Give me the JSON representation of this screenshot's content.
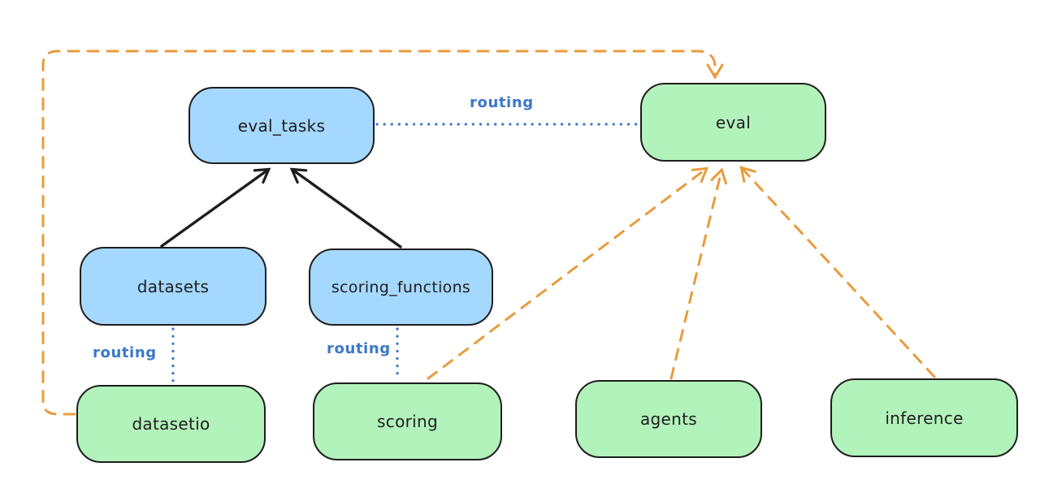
{
  "diagram": {
    "background": "#ffffff",
    "colors": {
      "node_stroke": "#1e1e1e",
      "blue_node_fill": "#a5d8ff",
      "green_node_fill": "#b2f2bb",
      "routing_blue": "#3b78c8",
      "orange_dashed": "#e99b3d",
      "black_arrow": "#1e1e1e"
    },
    "nodes": [
      {
        "id": "eval_tasks",
        "label": "eval_tasks",
        "fill": "#a5d8ff"
      },
      {
        "id": "eval",
        "label": "eval",
        "fill": "#b2f2bb"
      },
      {
        "id": "datasets",
        "label": "datasets",
        "fill": "#a5d8ff"
      },
      {
        "id": "scoring_functions",
        "label": "scoring_functions",
        "fill": "#a5d8ff"
      },
      {
        "id": "datasetio",
        "label": "datasetio",
        "fill": "#b2f2bb"
      },
      {
        "id": "scoring",
        "label": "scoring",
        "fill": "#b2f2bb"
      },
      {
        "id": "agents",
        "label": "agents",
        "fill": "#b2f2bb"
      },
      {
        "id": "inference",
        "label": "inference",
        "fill": "#b2f2bb"
      }
    ],
    "edge_labels": [
      {
        "id": "routing-eval_tasks-eval",
        "text": "routing"
      },
      {
        "id": "routing-datasets-datasetio",
        "text": "routing"
      },
      {
        "id": "routing-scoring_functions-scoring",
        "text": "routing"
      }
    ],
    "edges": [
      {
        "from": "datasets",
        "to": "eval_tasks",
        "style": "solid",
        "color": "black",
        "arrow": true
      },
      {
        "from": "scoring_functions",
        "to": "eval_tasks",
        "style": "solid",
        "color": "black",
        "arrow": true
      },
      {
        "from": "eval_tasks",
        "to": "eval",
        "style": "dotted",
        "color": "blue",
        "arrow": false,
        "label": "routing"
      },
      {
        "from": "datasets",
        "to": "datasetio",
        "style": "dotted",
        "color": "blue",
        "arrow": false,
        "label": "routing"
      },
      {
        "from": "scoring_functions",
        "to": "scoring",
        "style": "dotted",
        "color": "blue",
        "arrow": false,
        "label": "routing"
      },
      {
        "from": "datasetio",
        "to": "eval",
        "style": "dashed",
        "color": "orange",
        "arrow": true
      },
      {
        "from": "scoring",
        "to": "eval",
        "style": "dashed",
        "color": "orange",
        "arrow": true
      },
      {
        "from": "agents",
        "to": "eval",
        "style": "dashed",
        "color": "orange",
        "arrow": true
      },
      {
        "from": "inference",
        "to": "eval",
        "style": "dashed",
        "color": "orange",
        "arrow": true
      }
    ]
  }
}
